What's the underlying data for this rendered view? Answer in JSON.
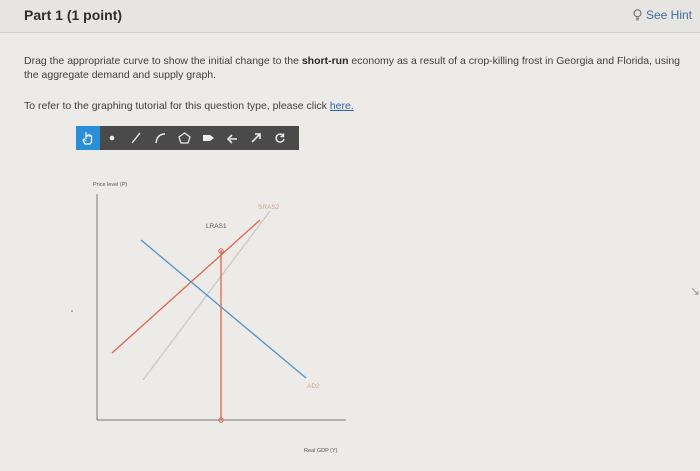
{
  "header": {
    "part_title": "Part 1",
    "points": "(1 point)",
    "hint_label": "See Hint",
    "hint_icon": "lightbulb-icon"
  },
  "question": {
    "text_before": "Drag the appropriate curve to show the initial change to the ",
    "emphasis": "short-run",
    "text_after": " economy as a result of a crop-killing frost in Georgia and Florida, using the aggregate demand and supply graph."
  },
  "tutorial": {
    "text": "To refer to the graphing tutorial for this question type, please click ",
    "link_label": "here."
  },
  "toolbar": {
    "tools": [
      {
        "name": "drag-tool",
        "icon": "hand-pointer-icon",
        "active": true
      },
      {
        "name": "point-tool",
        "icon": "dot-icon"
      },
      {
        "name": "line-tool",
        "icon": "line-icon"
      },
      {
        "name": "curve-tool",
        "icon": "curve-icon"
      },
      {
        "name": "polygon-tool",
        "icon": "pentagon-icon"
      },
      {
        "name": "label-tool",
        "icon": "tag-icon"
      },
      {
        "name": "undo-tool",
        "icon": "undo-arrow-icon"
      },
      {
        "name": "redo-tool",
        "icon": "redo-arrow-icon"
      },
      {
        "name": "reset-tool",
        "icon": "reset-circle-icon"
      }
    ]
  },
  "graph": {
    "y_axis_label": "Price level (P)",
    "x_axis_label": "Real GDP (Y)",
    "curves": {
      "lras": {
        "label": "LRAS1",
        "color": "#e1634a"
      },
      "sras_original": {
        "label": "",
        "color": "#e1634a"
      },
      "sras_draggable": {
        "label": "SRAS2",
        "color": "#c9c6c0"
      },
      "ad": {
        "label": "AD2",
        "color": "#4f93c9"
      }
    }
  }
}
